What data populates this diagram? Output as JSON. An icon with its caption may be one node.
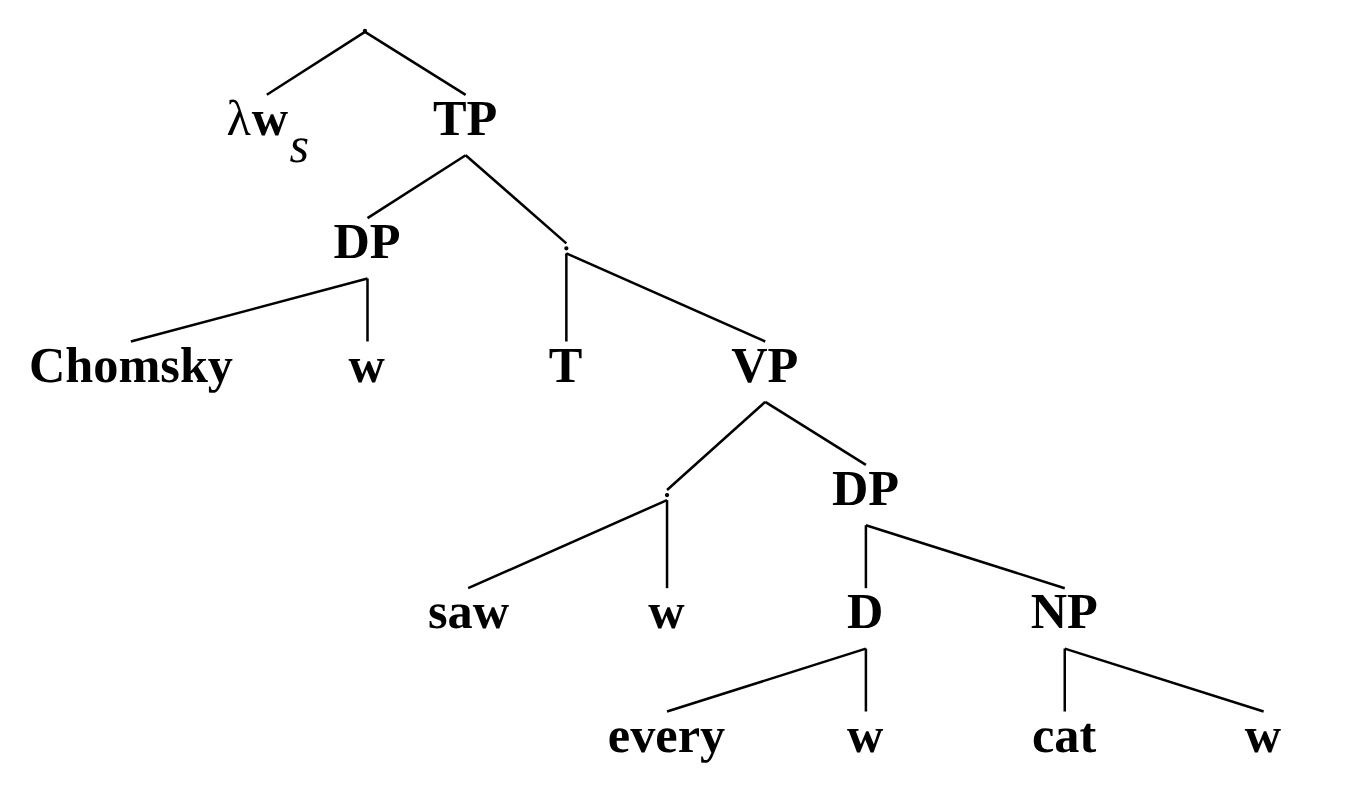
{
  "diagram": {
    "nodes": [
      {
        "text": [],
        "shape": "point"
      },
      {
        "text": [
          "λ**w**$_{s}$"
        ]
      },
      {
        "text": [
          "TP"
        ]
      },
      {
        "text": [
          "DP"
        ]
      },
      {
        "text": [],
        "shape": "point"
      },
      {
        "text": [
          "Chomsky"
        ]
      },
      {
        "text": [
          "w"
        ]
      },
      {
        "text": [
          "T"
        ]
      },
      {
        "text": [
          "VP"
        ]
      },
      {
        "text": [],
        "shape": "point"
      },
      {
        "text": [
          "DP"
        ]
      },
      {
        "text": [
          "saw"
        ]
      },
      {
        "text": [
          "w"
        ]
      },
      {
        "text": [
          "D"
        ]
      },
      {
        "text": [
          "NP"
        ]
      },
      {
        "text": [
          "every"
        ]
      },
      {
        "text": [
          "w"
        ]
      },
      {
        "text": [
          "cat"
        ]
      },
      {
        "text": [
          "w"
        ]
      }
    ],
    "edges": [
      {
        "from": 0,
        "to": 1,
        "arrow": "none"
      },
      {
        "from": 0,
        "to": 2,
        "arrow": "none"
      },
      {
        "from": 2,
        "to": 3,
        "arrow": "none"
      },
      {
        "from": 2,
        "to": 4,
        "arrow": "none"
      },
      {
        "from": 3,
        "to": 5,
        "arrow": "none"
      },
      {
        "from": 3,
        "to": 6,
        "arrow": "none"
      },
      {
        "from": 4,
        "to": 7,
        "arrow": "none"
      },
      {
        "from": 4,
        "to": 8,
        "arrow": "none"
      },
      {
        "from": 8,
        "to": 9,
        "arrow": "none"
      },
      {
        "from": 8,
        "to": 10,
        "arrow": "none"
      },
      {
        "from": 9,
        "to": 11,
        "arrow": "none"
      },
      {
        "from": 9,
        "to": 12,
        "arrow": "none"
      },
      {
        "from": 10,
        "to": 13,
        "arrow": "none"
      },
      {
        "from": 10,
        "to": 14,
        "arrow": "none"
      },
      {
        "from": 13,
        "to": 15,
        "arrow": "none"
      },
      {
        "from": 13,
        "to": 16,
        "arrow": "none"
      },
      {
        "from": 14,
        "to": 17,
        "arrow": "none"
      },
      {
        "from": 14,
        "to": 18,
        "arrow": "none"
      }
    ]
  }
}
